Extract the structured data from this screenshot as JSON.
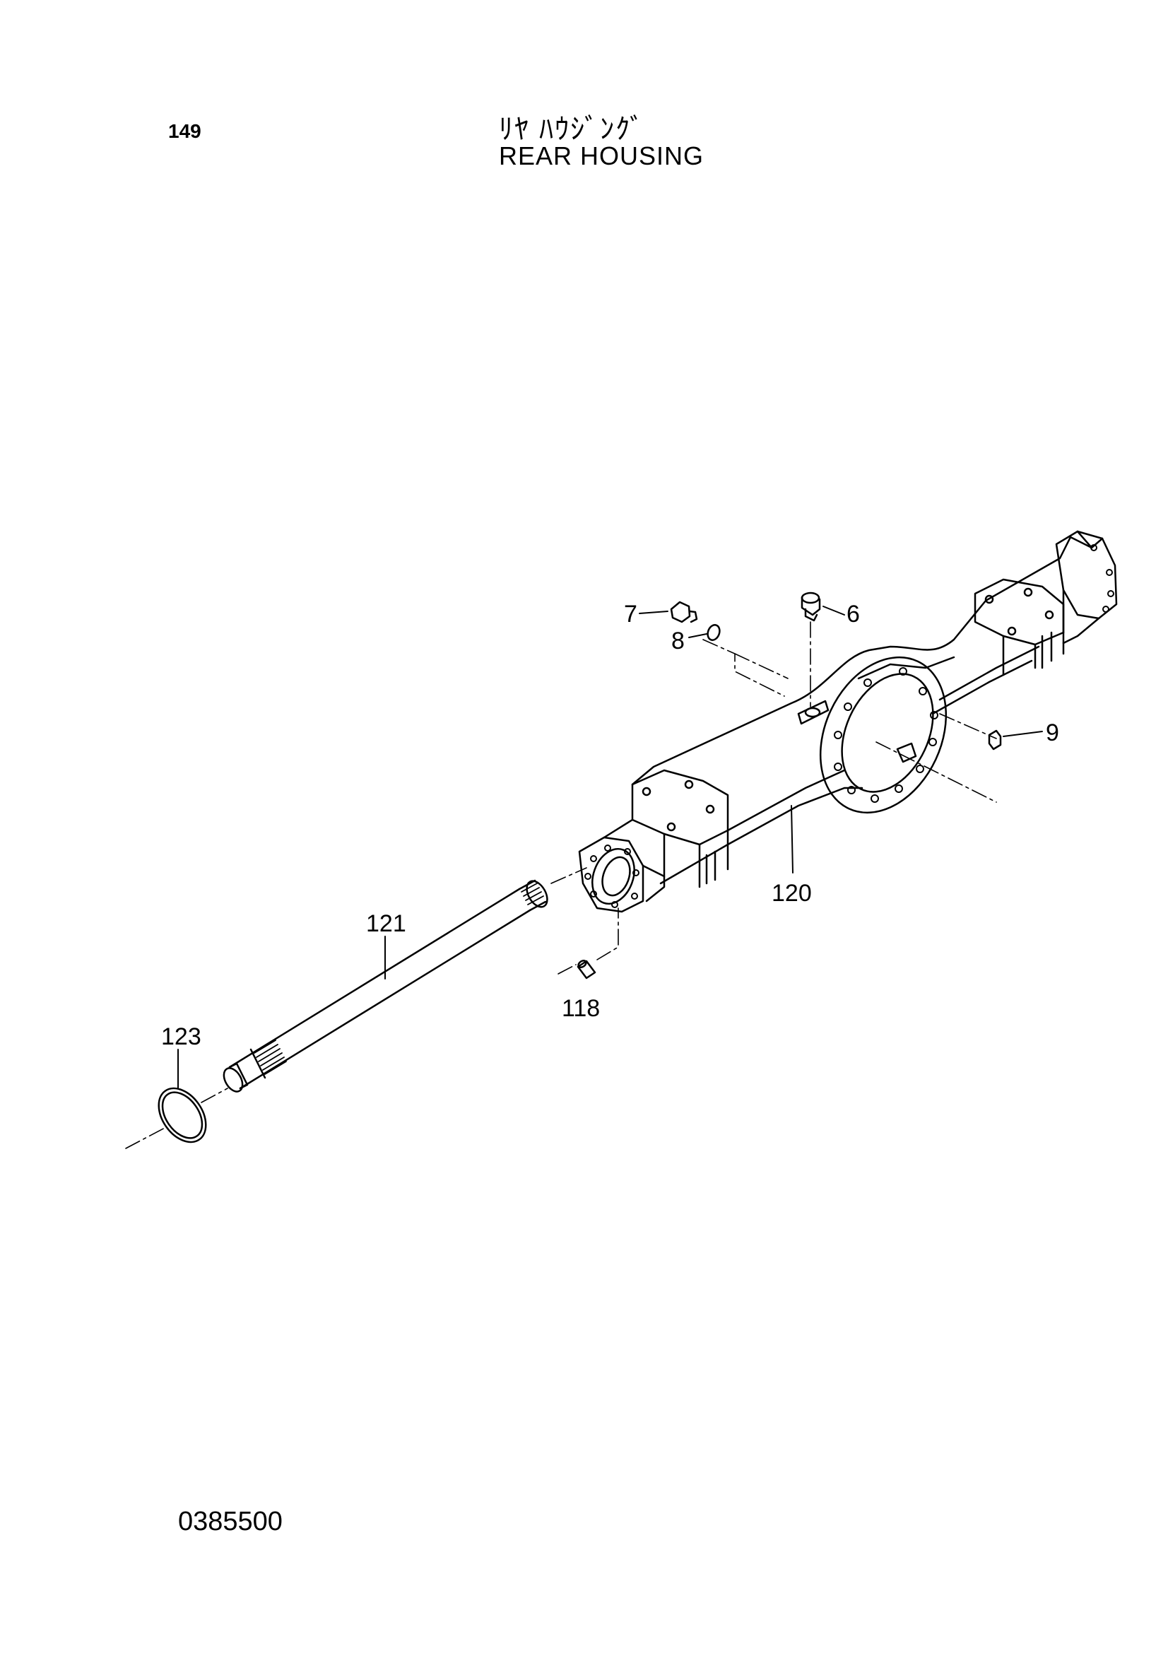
{
  "header": {
    "page_number": "149",
    "title_jp": "ﾘﾔ ﾊｳｼﾞﾝｸﾞ",
    "title_en": "REAR HOUSING"
  },
  "footer": {
    "drawing_number": "0385500"
  },
  "diagram": {
    "subject": "rear axle housing exploded view",
    "callouts": [
      "6",
      "7",
      "8",
      "9",
      "118",
      "120",
      "121",
      "123"
    ]
  }
}
